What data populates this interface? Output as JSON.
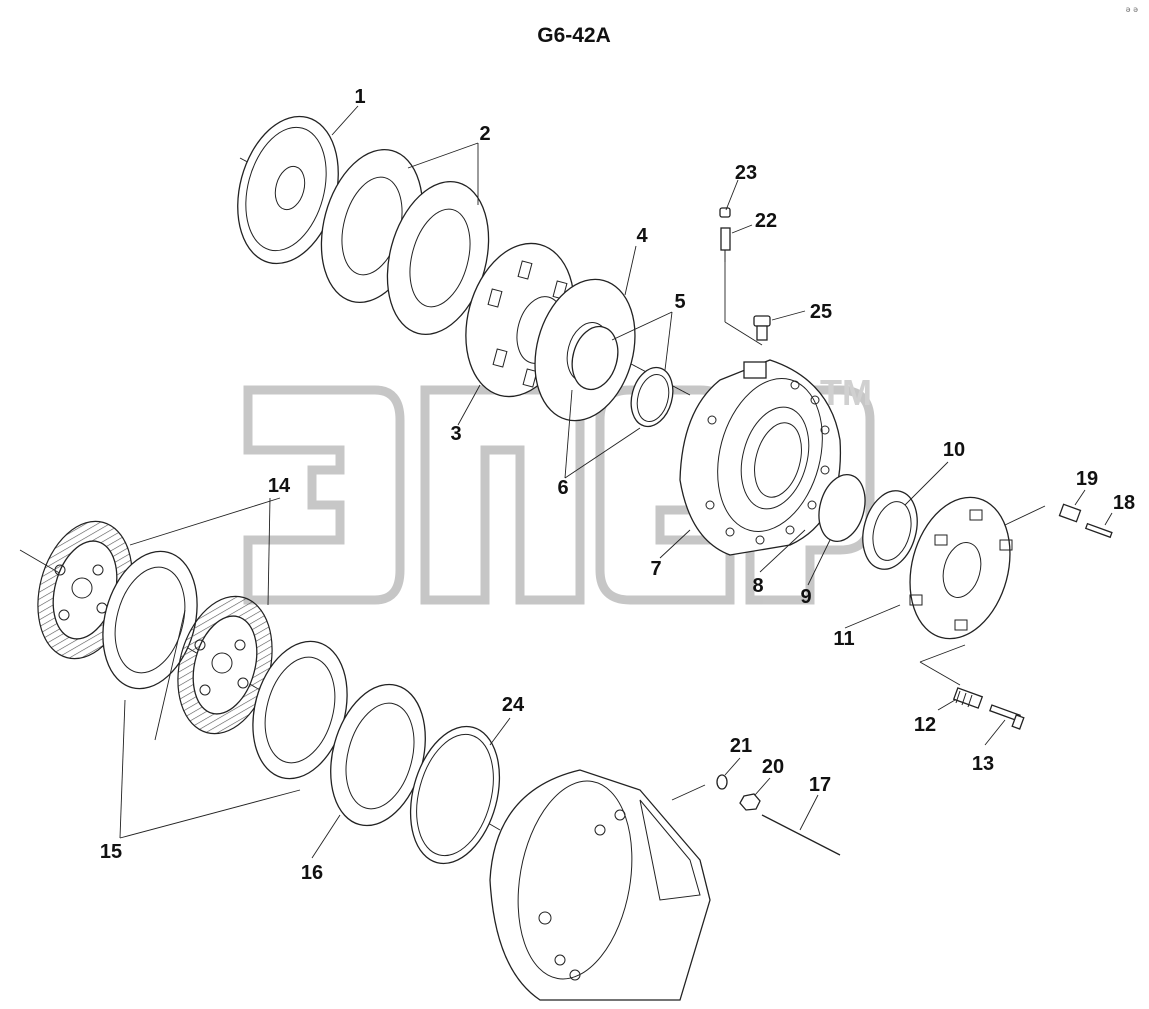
{
  "title": "G6-42A",
  "watermark": {
    "text": "эпер",
    "trademark": "TM"
  },
  "corner_mark": "ǝ ǝ",
  "callouts": {
    "c1": "1",
    "c2": "2",
    "c3": "3",
    "c4": "4",
    "c5": "5",
    "c6": "6",
    "c7": "7",
    "c8": "8",
    "c9": "9",
    "c10": "10",
    "c11": "11",
    "c12": "12",
    "c13": "13",
    "c14": "14",
    "c15": "15",
    "c16": "16",
    "c17": "17",
    "c18": "18",
    "c19": "19",
    "c20": "20",
    "c21": "21",
    "c22": "22",
    "c23": "23",
    "c24": "24",
    "c25": "25"
  },
  "colors": {
    "line": "#222222",
    "watermark": "#bdbdbd",
    "background": "#ffffff"
  }
}
